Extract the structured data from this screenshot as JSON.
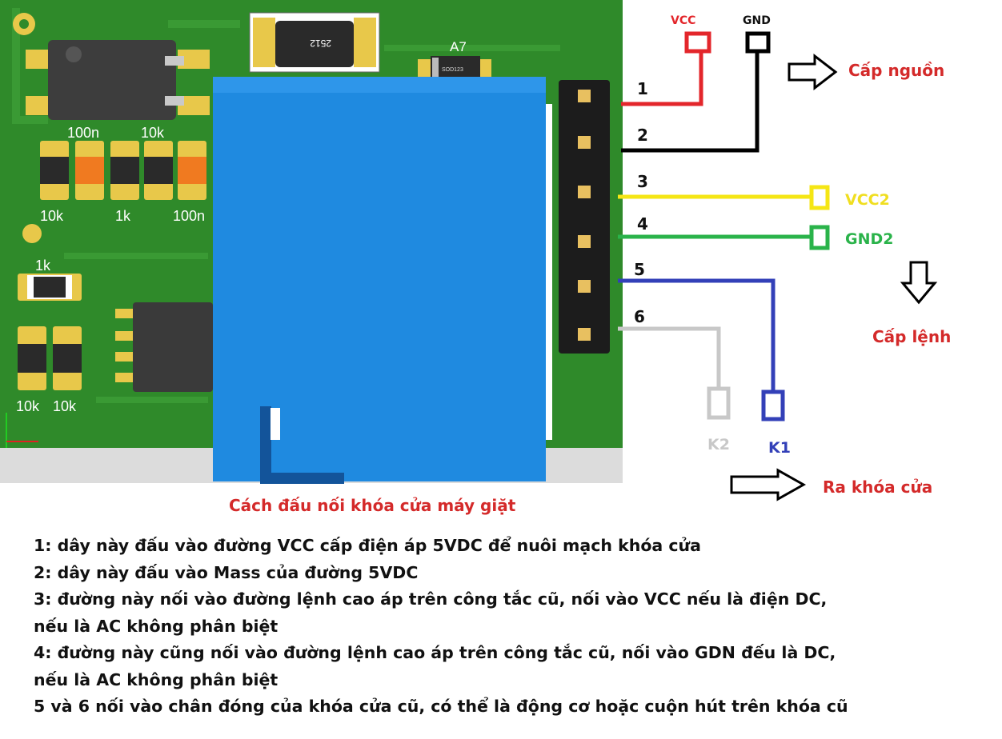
{
  "board": {
    "components": {
      "resistor_top": "2512",
      "diode_label": "A7",
      "diode_code": "SOD123",
      "cap_labels": [
        "100n",
        "10k"
      ],
      "row_labels": [
        "10k",
        "1k",
        "100n"
      ],
      "mid_resistor_label": "1k",
      "bottom_labels": [
        "10k",
        "10k"
      ]
    }
  },
  "pins": [
    "1",
    "2",
    "3",
    "4",
    "5",
    "6"
  ],
  "wires": {
    "vcc": "VCC",
    "gnd": "GND",
    "vcc2": "VCC2",
    "gnd2": "GND2",
    "k2": "K2",
    "k1": "K1"
  },
  "arrows": {
    "power": "Cấp nguồn",
    "command": "Cấp lệnh",
    "lock": "Ra khóa cửa"
  },
  "caption": "Cách đấu nối khóa cửa máy giặt",
  "notes": [
    "1: dây này đấu vào đường VCC cấp điện áp 5VDC để nuôi mạch khóa cửa",
    "2: dây này đấu vào Mass của đường 5VDC",
    "3: đường này nối vào đường lệnh cao áp trên công tắc cũ, nối vào VCC nếu là điện DC,",
    "nếu là AC không phân biệt",
    "4: đường này cũng nối vào đường lệnh cao áp trên công tắc cũ, nối vào GDN đếu là DC,",
    "nếu là AC không phân biệt",
    "5 và 6 nối vào chân đóng của khóa cửa cũ, có thể là động cơ hoặc cuộn hút trên khóa cũ"
  ],
  "colors": {
    "pcb": "#2f8a2a",
    "relay": "#1f8ae0",
    "red_wire": "#e3262b",
    "black_wire": "#000000",
    "yellow_wire": "#f5e614",
    "green_wire": "#2ab34a",
    "blue_wire": "#3340b8",
    "gray_wire": "#c8c8c8",
    "label_red": "#d42a2a"
  }
}
